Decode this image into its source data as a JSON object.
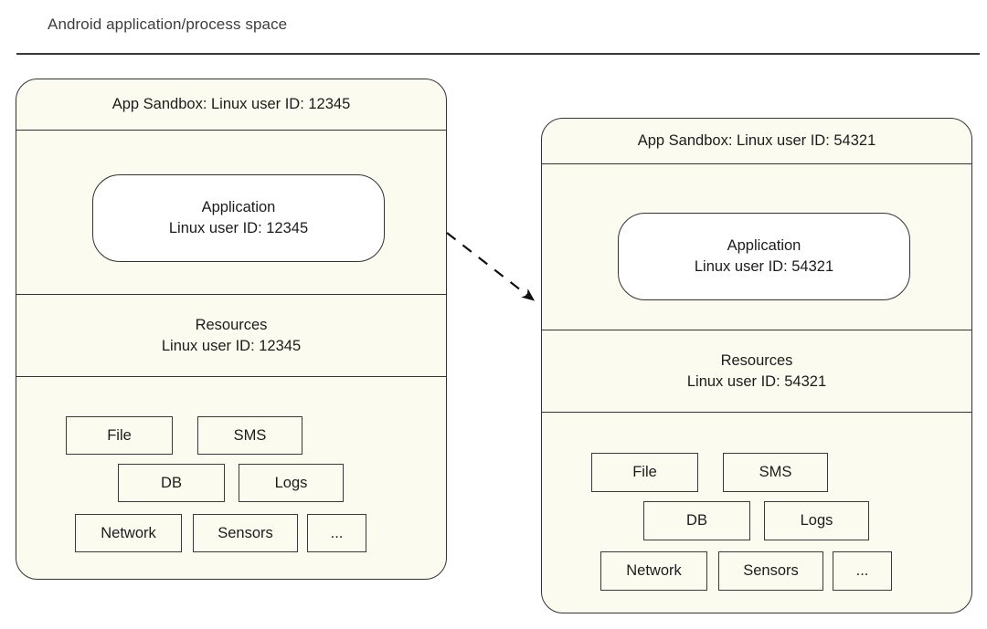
{
  "header": {
    "title": "Android application/process space"
  },
  "colors": {
    "sandbox_fill": "#fbfbf0",
    "app_fill": "#ffffff",
    "stroke": "#333333",
    "text": "#1c1c1c",
    "title_text": "#3d3d3d"
  },
  "diagram": {
    "type": "block-diagram",
    "arrow": {
      "name": "migration-arrow",
      "style": "dashed",
      "from": "left-sandbox",
      "to": "right-sandbox",
      "head": "filled-triangle"
    },
    "sandboxes": [
      {
        "id": "left-sandbox",
        "header_label": "App Sandbox: Linux user ID: 12345",
        "application": {
          "line1": "Application",
          "line2": "Linux user ID: 12345"
        },
        "resources": {
          "line1": "Resources",
          "line2": "Linux user ID: 12345"
        },
        "chips": [
          {
            "label": "File"
          },
          {
            "label": "SMS"
          },
          {
            "label": "DB"
          },
          {
            "label": "Logs"
          },
          {
            "label": "Network"
          },
          {
            "label": "Sensors"
          },
          {
            "label": "..."
          }
        ]
      },
      {
        "id": "right-sandbox",
        "header_label": "App Sandbox: Linux user ID: 54321",
        "application": {
          "line1": "Application",
          "line2": "Linux user ID: 54321"
        },
        "resources": {
          "line1": "Resources",
          "line2": "Linux user ID: 54321"
        },
        "chips": [
          {
            "label": "File"
          },
          {
            "label": "SMS"
          },
          {
            "label": "DB"
          },
          {
            "label": "Logs"
          },
          {
            "label": "Network"
          },
          {
            "label": "Sensors"
          },
          {
            "label": "..."
          }
        ]
      }
    ]
  }
}
